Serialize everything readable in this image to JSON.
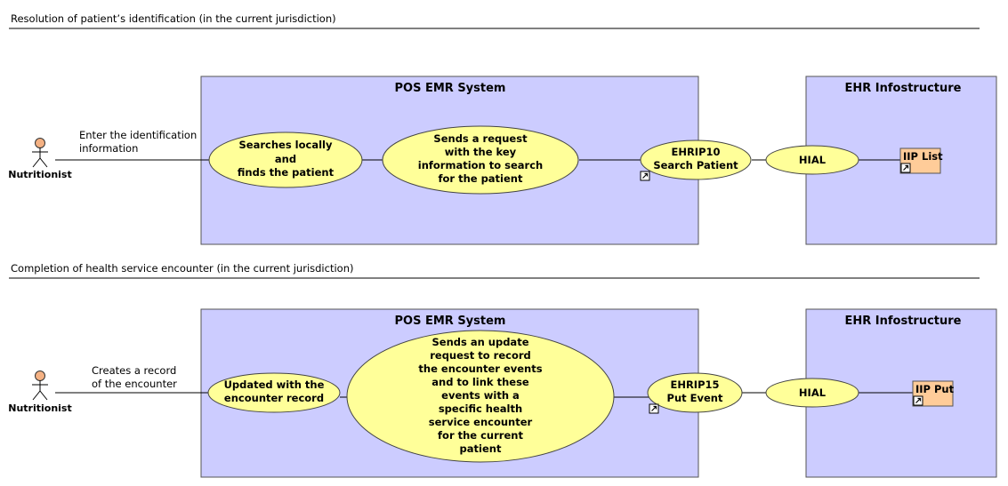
{
  "sections": [
    {
      "title": "Resolution of patient’s identification (in the current jurisdiction)",
      "actor": {
        "name": "Nutritionist"
      },
      "actor_label": [
        "Enter the identification",
        "information"
      ],
      "system_box": {
        "title": "POS EMR System"
      },
      "use_cases": [
        {
          "lines": [
            "Searches locally",
            "and",
            "finds the patient"
          ]
        },
        {
          "lines": [
            "Sends a request",
            "with the key",
            "information to search",
            "for the patient"
          ]
        },
        {
          "lines": [
            "EHRIP10",
            "Search Patient"
          ]
        }
      ],
      "ehr_box": {
        "title": "EHR Infostructure"
      },
      "hial": "HIAL",
      "artifact": "IIP List"
    },
    {
      "title": "Completion of health service encounter (in the current jurisdiction)",
      "actor": {
        "name": "Nutritionist"
      },
      "actor_label": [
        "Creates a record",
        "of the encounter"
      ],
      "system_box": {
        "title": "POS EMR System"
      },
      "use_cases": [
        {
          "lines": [
            "Updated with the",
            "encounter record"
          ]
        },
        {
          "lines": [
            "Sends an update",
            "request to record",
            "the encounter events",
            "and to link these",
            "events with a",
            "specific health",
            "service encounter",
            "for the current",
            "patient"
          ]
        },
        {
          "lines": [
            "EHRIP15",
            "Put Event"
          ]
        }
      ],
      "ehr_box": {
        "title": "EHR Infostructure"
      },
      "hial": "HIAL",
      "artifact": "IIP Put"
    }
  ],
  "colors": {
    "system_box_fill": "#ccccff",
    "use_case_fill": "#ffff99",
    "artifact_fill": "#ffcc99",
    "actor_fill": "#f4b183"
  }
}
